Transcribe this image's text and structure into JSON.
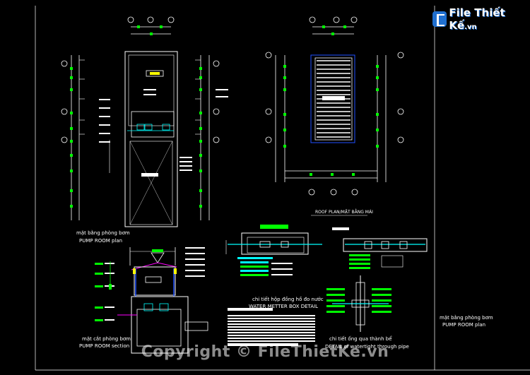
{
  "colors": {
    "background": "#000000",
    "line_white": "#ffffff",
    "dim_green": "#00ff00",
    "note_cyan": "#00ffff",
    "accent_magenta": "#ff00ff",
    "accent_blue": "#2050ff",
    "accent_yellow": "#ffff00",
    "logo_blue": "#1f6fd0"
  },
  "logo": {
    "name": "File Thiết Kế",
    "suffix": ".vn",
    "icon": "file-logo-icon"
  },
  "watermark": "Copyright © FileThietKe.vn",
  "labels": {
    "pump_room_plan_vn": "mặt bằng phòng bơm",
    "pump_room_plan_en": "PUMP ROOM plan",
    "pump_room_section_vn": "mặt cắt phòng bơm",
    "pump_room_section_en": "PUMP ROOM section",
    "water_meter_vn": "chi tiết hộp đồng hồ đo nước",
    "water_meter_en": "WATER METTER BOX DETAIL",
    "through_pipe_vn": "chi tiết ống qua thành bể",
    "through_pipe_en": "DETAIL of watertight through pipe",
    "roof_plan": "ROOF PLAN/MẶT BẰNG MÁI",
    "right_plan_vn": "mặt bằng phòng bơm",
    "right_plan_en": "PUMP ROOM plan"
  }
}
